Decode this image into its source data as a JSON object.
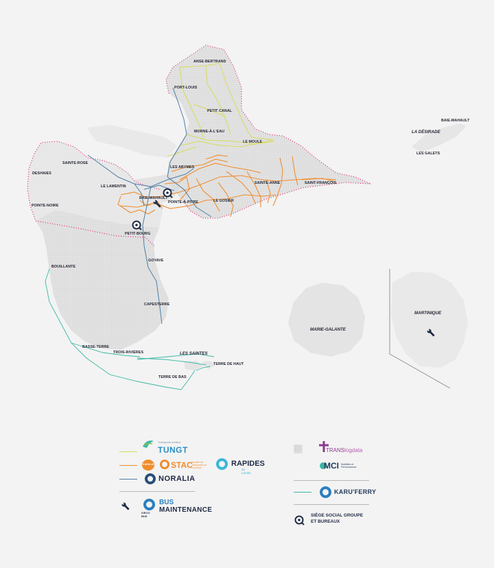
{
  "map": {
    "places": {
      "anse_bertrand": "ANSE-BERTRAND",
      "port_louis": "PORT-LOUIS",
      "petit_canal": "PETIT CANAL",
      "morne_a_leau": "MORNE-À-L'EAU",
      "le_moule": "LE MOULE",
      "les_abymes": "LES ABYMES",
      "sainte_rose": "SAINTE-ROSE",
      "deshaies": "DESHAIES",
      "le_lamentin": "LE LAMENTIN",
      "baie_mahault": "BAIE-MAHAULT",
      "pointe_a_pitre": "POINTE-À-PITRE",
      "le_gosier": "LE GOSIER",
      "sainte_anne": "SAINTE-ANNE",
      "saint_francois": "SAINT-FRANÇOIS",
      "pointe_noire": "POINTE-NOIRE",
      "petit_bourg": "PETIT-BOURG",
      "goyave": "GOYAVE",
      "bouillante": "BOUILLANTE",
      "capesterre": "CAPESTERRE",
      "basse_terre": "BASSE-TERRE",
      "trois_rivieres": "TROIS-RIVIÈRES",
      "terre_de_haut": "TERRE DE HAUT",
      "terre_de_bas": "TERRE DE BAS",
      "baie_mahault_desirade": "BAIE-MAHAULT",
      "les_galets": "LES GALETS"
    },
    "islands": {
      "la_desirade": "LA DÉSIRADE",
      "les_saintes": "LES SAINTES",
      "marie_galante": "MARIE-GALANTE",
      "martinique": "MARTINIQUE"
    }
  },
  "legend": {
    "tuncit": {
      "name": "TUNGT",
      "tagline": "Transports urbains",
      "color": "#d6dc5a"
    },
    "stac": {
      "badge": "KARULIS",
      "name": "STAC",
      "tagline": "Société de Transports en Commun",
      "color": "#f08c2c"
    },
    "rapides": {
      "name": "RAPIDES",
      "sub": "du Lenaïs"
    },
    "noralia": {
      "name": "NORALIA",
      "color": "#4a7ea8"
    },
    "bus_maintenance": {
      "brand": "IVECO BUS",
      "line1": "BUS",
      "line2": "MAINTENANCE"
    },
    "transl": {
      "name_a": "TRANS",
      "name_b": "logdata"
    },
    "mci": {
      "name": "MCI",
      "tagline": "Mobilités et Performances"
    },
    "karuferry": {
      "name": "KARU'FERRY",
      "color": "#3ab7a5"
    },
    "siege": {
      "line1": "SIÈGE SOCIAL GROUPE",
      "line2": "ET BUREAUX"
    }
  },
  "colors": {
    "land": "#e4e4e4",
    "coast_dots": "#e0317a",
    "tungt_line": "#d6dc5a",
    "stac_line": "#f08c2c",
    "noralia_line": "#4a7ea8",
    "ferry_line": "#3ab7a5",
    "navy": "#1f2a44"
  }
}
